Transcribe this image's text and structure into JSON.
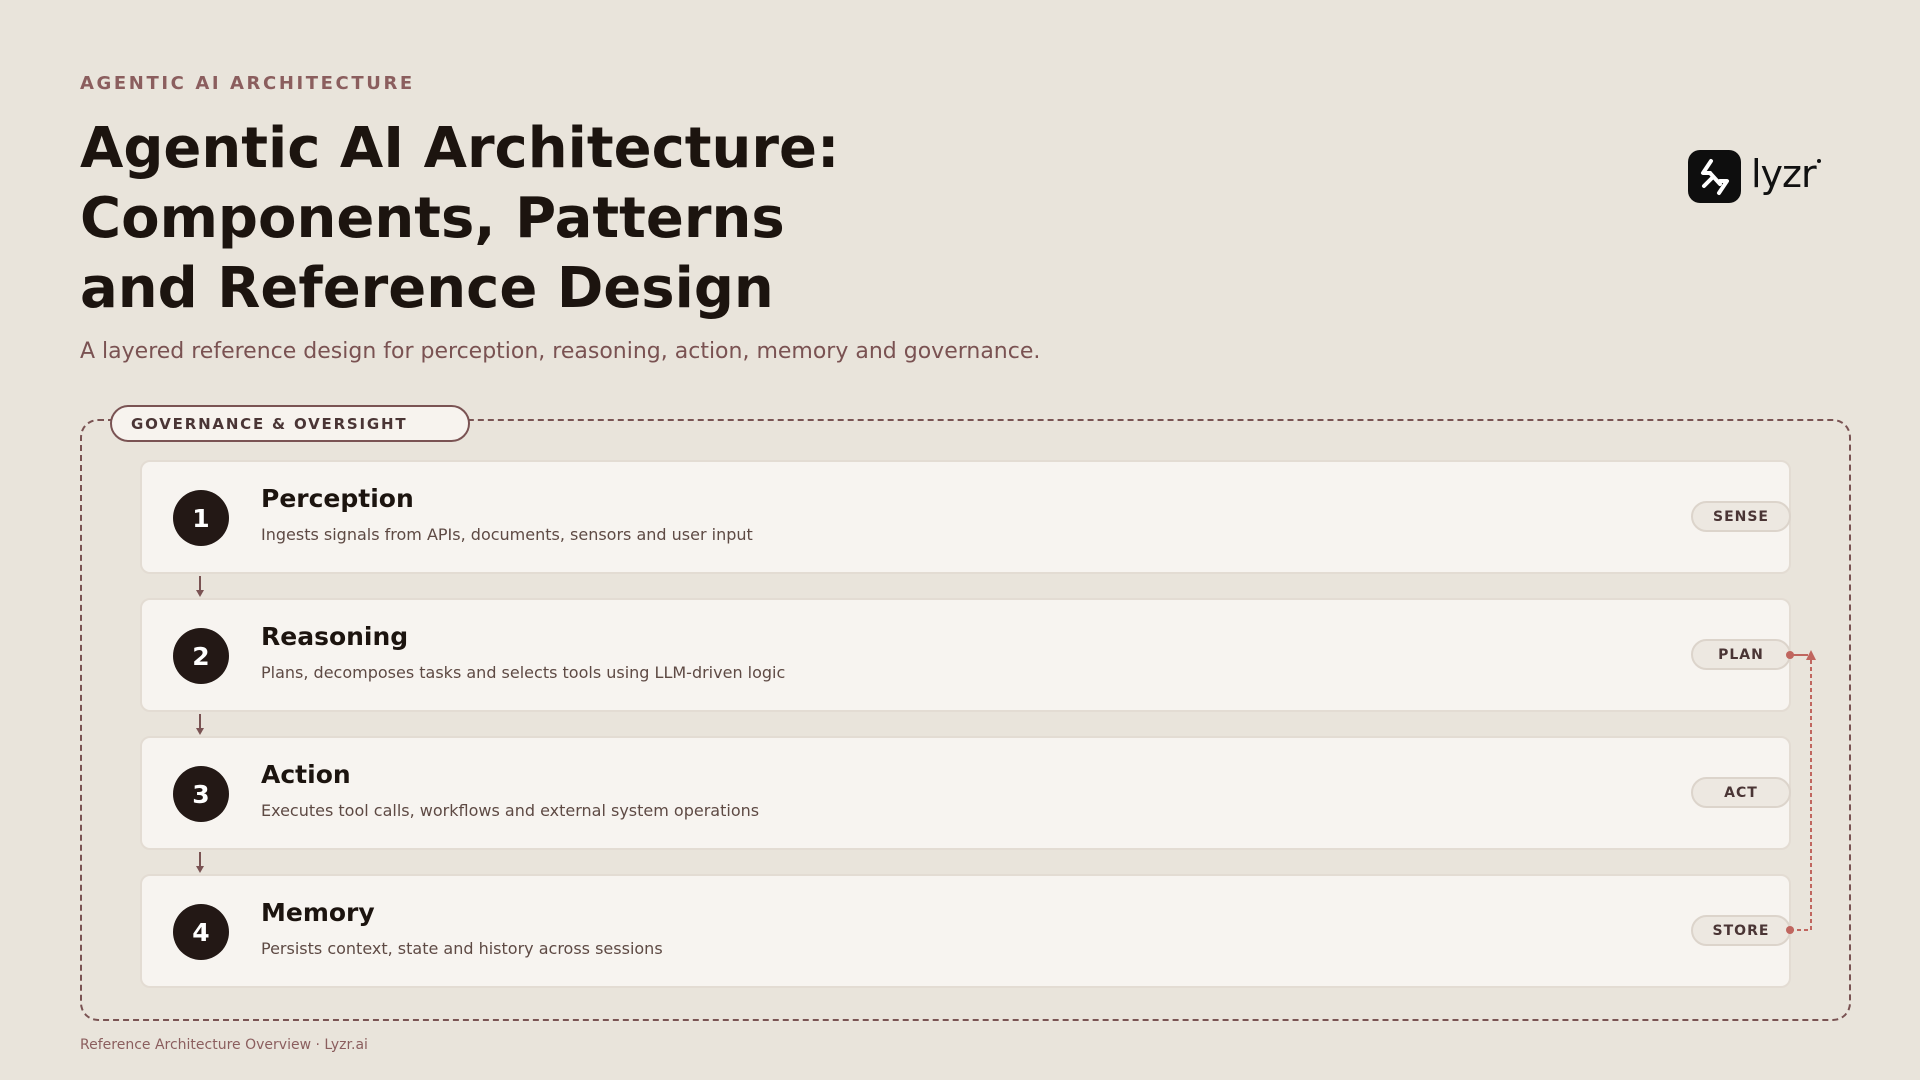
{
  "header": {
    "eyebrow": "AGENTIC AI ARCHITECTURE",
    "title_lines": [
      "Agentic AI Architecture:",
      "Components, Patterns",
      "and Reference Design"
    ],
    "subtitle": "A layered reference design for perception, reasoning, action, memory and governance."
  },
  "logo": {
    "text": "lyzr",
    "icon": "lyzr-logo-icon"
  },
  "governance": {
    "label": "GOVERNANCE & OVERSIGHT"
  },
  "layers": [
    {
      "number": "1",
      "title": "Perception",
      "description": "Ingests signals from APIs, documents, sensors and user input",
      "tag": "SENSE"
    },
    {
      "number": "2",
      "title": "Reasoning",
      "description": "Plans, decomposes tasks and selects tools using LLM-driven logic",
      "tag": "PLAN"
    },
    {
      "number": "3",
      "title": "Action",
      "description": "Executes tool calls, workflows and external system operations",
      "tag": "ACT"
    },
    {
      "number": "4",
      "title": "Memory",
      "description": "Persists context, state and history across sessions",
      "tag": "STORE"
    }
  ],
  "footer": "Reference Architecture Overview · Lyzr.ai",
  "colors": {
    "background": "#E9E4DB",
    "accent": "#8B5E5E",
    "feedback_arrow": "#C0665F",
    "badge": "#231815"
  }
}
